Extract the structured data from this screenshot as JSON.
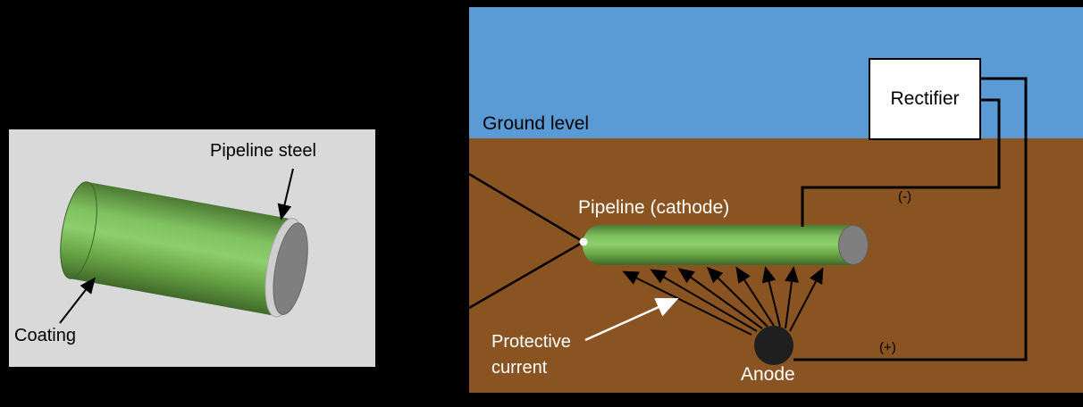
{
  "colors": {
    "background": "#000000",
    "panel_bg": "#d9d9d9",
    "sky_blue": "#5b9bd5",
    "ground_brown": "#8a5322",
    "pipe_green": "#70ad47",
    "steel_gray": "#7f7f7f",
    "coating_silver": "#cfcfcf",
    "anode_dark": "#1f1f1f",
    "wire_black": "#000000",
    "label_white": "#ffffff"
  },
  "inset": {
    "pipeline_steel_label": "Pipeline steel",
    "coating_label": "Coating"
  },
  "diagram": {
    "ground_level_label": "Ground level",
    "rectifier_label": "Rectifier",
    "pipeline_label": "Pipeline (cathode)",
    "protective_current_label": "Protective current",
    "anode_label": "Anode",
    "negative_terminal": "(-)",
    "positive_terminal": "(+)"
  }
}
